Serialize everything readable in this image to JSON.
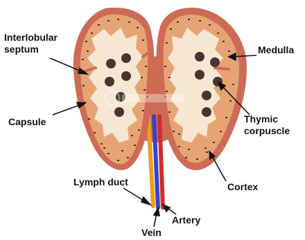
{
  "labels": {
    "interlobular_septum": "Interlobular\nseptum",
    "medulla": "Medulla",
    "capsule": "Capsule",
    "thymic_corpuscle": "Thymic\ncorpuscle",
    "lymph_duct": "Lymph duct",
    "cortex": "Cortex",
    "artery": "Artery",
    "vein": "Vein"
  },
  "colors": {
    "capsule": "#cd6b54",
    "cortex": "#e6a475",
    "medulla": "#f6e7d2",
    "corpuscle": "#4a3430",
    "lymph_duct": "#f39a1c",
    "vein": "#3344cc",
    "artery": "#d62a2a"
  },
  "icons": {
    "stock_watermark": "dreamstime-watermark"
  }
}
